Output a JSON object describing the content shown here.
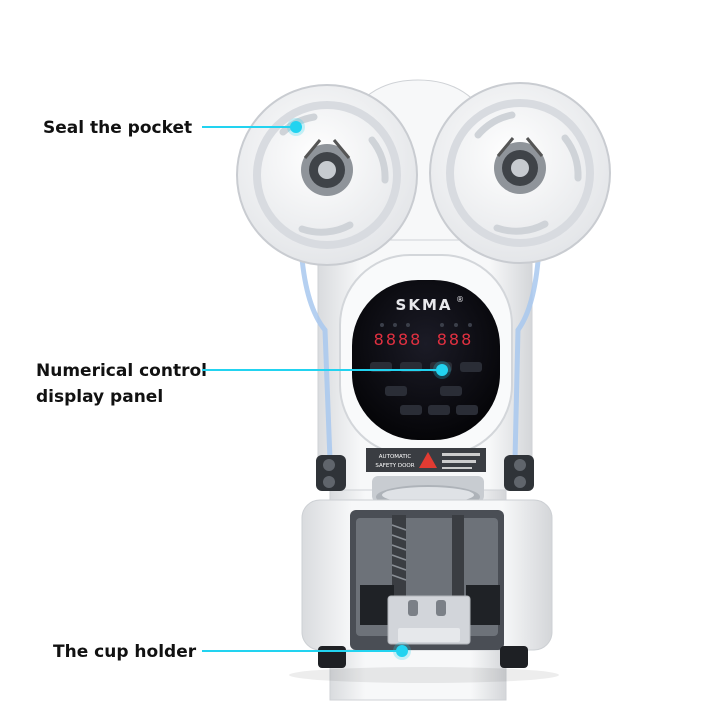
{
  "callouts": {
    "seal": "Seal the pocket",
    "panel_line1": "Numerical control",
    "panel_line2": "display panel",
    "holder": "The cup holder"
  },
  "machine": {
    "brand": "SKMA",
    "brand_mark": "®",
    "display_left": "8888",
    "display_right": "888",
    "door_label_1": "AUTOMATIC",
    "door_label_2": "SAFETY DOOR"
  },
  "colors": {
    "accent": "#22d3f0",
    "panel": "#0b0b12",
    "led": "#e03040",
    "body": "#f1f2f4"
  },
  "icons": [
    "warning-icon",
    "reel-icon"
  ]
}
